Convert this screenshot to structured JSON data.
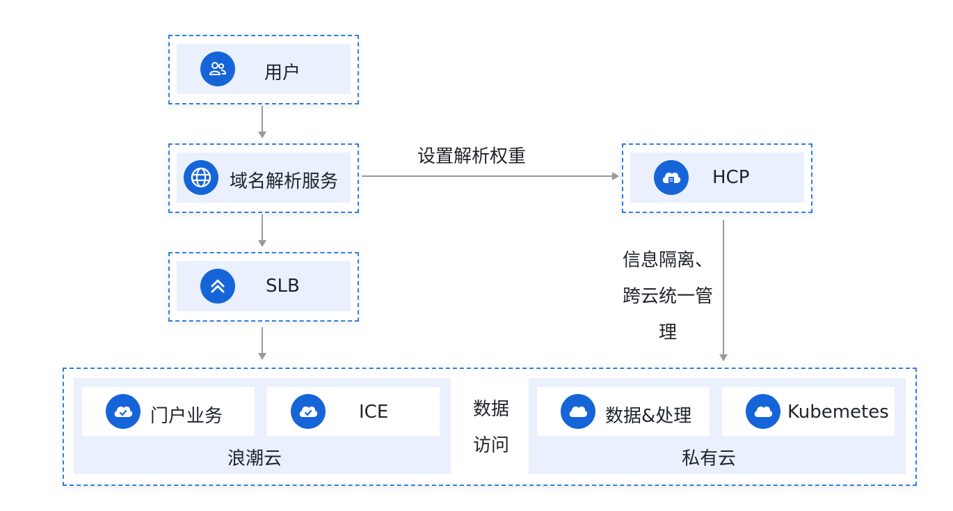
{
  "nodes": {
    "user": {
      "label": "用户",
      "icon": "users-icon"
    },
    "dns": {
      "label": "域名解析服务",
      "icon": "globe-icon"
    },
    "slb": {
      "label": "SLB",
      "icon": "chevrons-up-icon"
    },
    "hcp": {
      "label": "HCP",
      "icon": "cloud-server-icon"
    },
    "portal": {
      "label": "门户业务",
      "icon": "cloud-check-icon"
    },
    "ice": {
      "label": "ICE",
      "icon": "cloud-check-icon"
    },
    "data_processing": {
      "label": "数据&处理",
      "icon": "cloud-icon"
    },
    "kubernetes": {
      "label": "Kubemetes",
      "icon": "cloud-icon"
    }
  },
  "groups": {
    "inspur_cloud": {
      "label": "浪潮云"
    },
    "private_cloud": {
      "label": "私有云"
    }
  },
  "edges": {
    "dns_to_hcp": {
      "label": "设置解析权重"
    },
    "hcp_to_private": {
      "line1": "信息隔离、",
      "line2": "跨云统一管",
      "line3": "理"
    },
    "data_access": {
      "line1": "数据",
      "line2": "访问"
    }
  },
  "colors": {
    "accent": "#1565d8",
    "dashed_border": "#2f7de1",
    "panel_bg": "#eaf0fd",
    "arrow": "#9a9a9a"
  }
}
